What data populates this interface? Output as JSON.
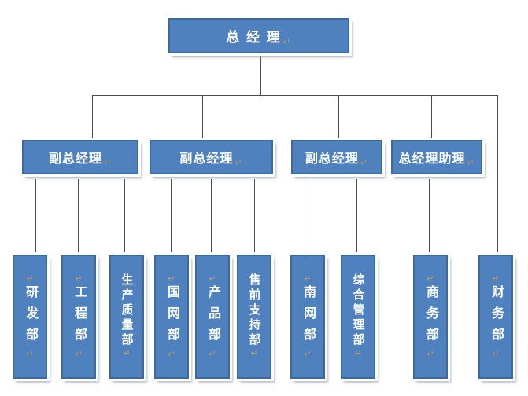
{
  "chart": {
    "paragraph_mark": "↵",
    "root": {
      "label": "总 经 理"
    },
    "managers": [
      {
        "label": "副总经理"
      },
      {
        "label": "副总经理"
      },
      {
        "label": "副总经理"
      },
      {
        "label": "总经理助理"
      }
    ],
    "departments": [
      {
        "label": "研发部"
      },
      {
        "label": "工程部"
      },
      {
        "label": "生产质量部"
      },
      {
        "label": "国网部"
      },
      {
        "label": "产品部"
      },
      {
        "label": "售前支持部"
      },
      {
        "label": "南网部"
      },
      {
        "label": "综合管理部"
      },
      {
        "label": "商务部"
      },
      {
        "label": "财务部"
      }
    ],
    "colors": {
      "box_fill": "#4E81BD",
      "box_border": "#3F689B",
      "box_frame": "#FFFFFF",
      "shadow": "#8F97A6",
      "connector": "#4D4D4D",
      "text": "#FFFFFF",
      "paragraph_mark_color": "#BE9A62"
    }
  }
}
